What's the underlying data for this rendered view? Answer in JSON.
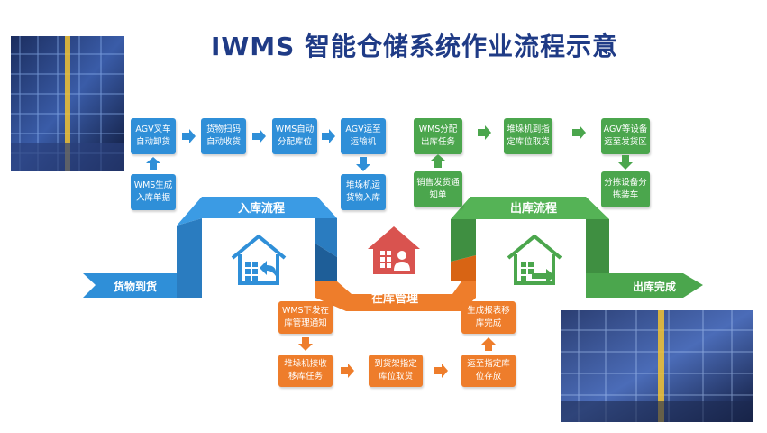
{
  "title": "IWMS 智能仓储系统作业流程示意",
  "inbound": {
    "label": "入库流程",
    "start": "货物到货",
    "steps": [
      "AGV叉车自动卸货",
      "货物扫码自动收货",
      "WMS自动分配库位",
      "AGV运至运输机"
    ],
    "wms_entry": "WMS生成入库单据",
    "stacker": "堆垛机运货物入库"
  },
  "storage": {
    "label": "在库管理",
    "notify": "WMS下发在库管理通知",
    "steps": [
      "堆垛机接收移库任务",
      "到货架指定库位取货",
      "运至指定库位存放"
    ],
    "report": "生成报表移库完成"
  },
  "outbound": {
    "label": "出库流程",
    "end": "出库完成",
    "sales": "销售发货通知单",
    "steps": [
      "WMS分配出库任务",
      "堆垛机到指定库位取货",
      "AGV等设备运至发货区"
    ],
    "sort": "分拣设备分拣装车"
  },
  "colors": {
    "title": "#1f3b86",
    "inbound": "#2f8fd8",
    "storage": "#ee7d2b",
    "outbound": "#4ba64d",
    "house_red": "#d9534f"
  }
}
